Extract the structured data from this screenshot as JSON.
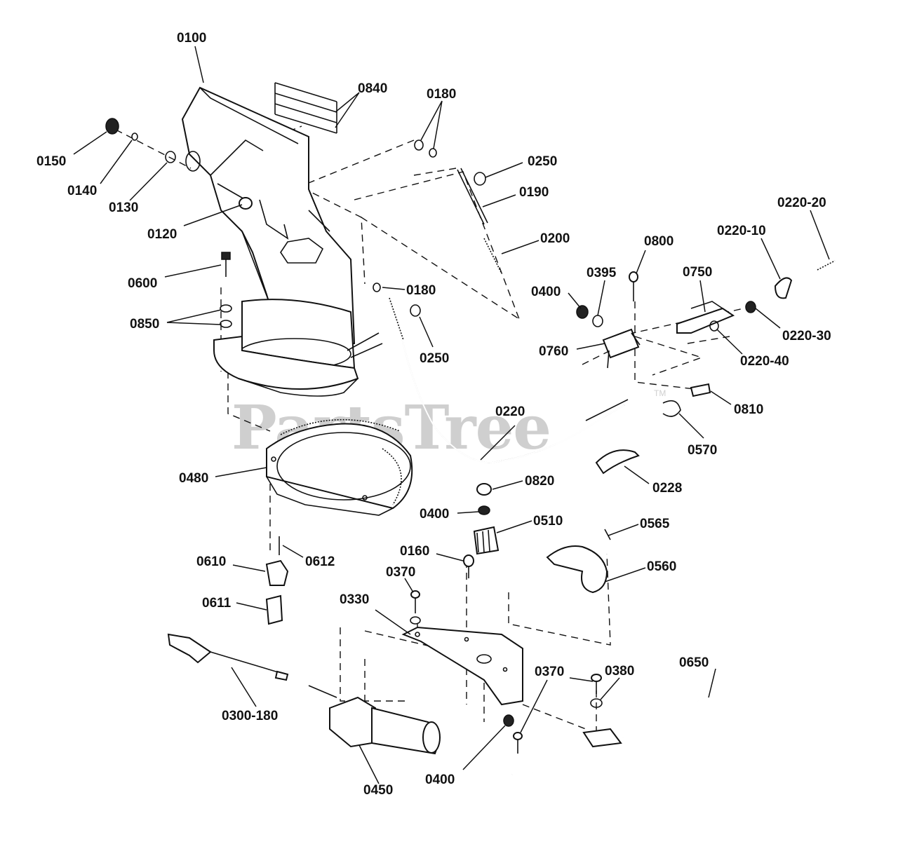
{
  "watermark": "PartsTree",
  "trademark": "TM",
  "labels": {
    "p0100": "0100",
    "p0840": "0840",
    "p0180a": "0180",
    "p0150": "0150",
    "p0140": "0140",
    "p0130": "0130",
    "p0250a": "0250",
    "p0190": "0190",
    "p0120": "0120",
    "p0200": "0200",
    "p0220_20": "0220-20",
    "p0220_10": "0220-10",
    "p0800": "0800",
    "p0600": "0600",
    "p0395": "0395",
    "p0750": "0750",
    "p0400a": "0400",
    "p0180b": "0180",
    "p0850": "0850",
    "p0220_30": "0220-30",
    "p0760": "0760",
    "p0250b": "0250",
    "p0220_40": "0220-40",
    "p0810": "0810",
    "p0220": "0220",
    "p0570": "0570",
    "p0480": "0480",
    "p0228": "0228",
    "p0820": "0820",
    "p0400b": "0400",
    "p0510": "0510",
    "p0565": "0565",
    "p0610": "0610",
    "p0612": "0612",
    "p0160": "0160",
    "p0560": "0560",
    "p0370a": "0370",
    "p0611": "0611",
    "p0330": "0330",
    "p0650": "0650",
    "p0370b": "0370",
    "p0380": "0380",
    "p0300_180": "0300-180",
    "p0450": "0450",
    "p0400c": "0400"
  }
}
